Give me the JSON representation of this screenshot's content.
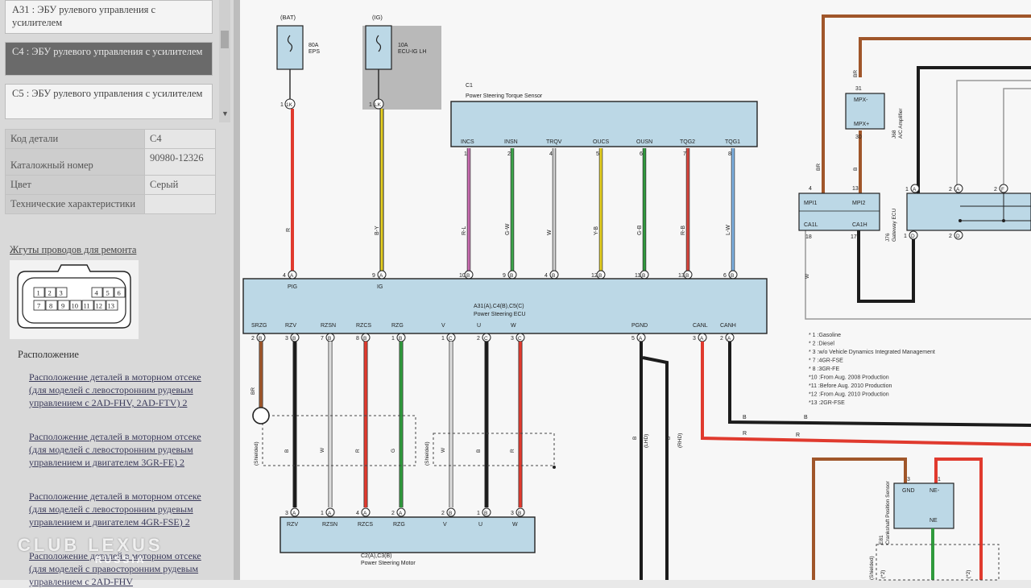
{
  "sidebar": {
    "items": [
      {
        "label": "А31 : ЭБУ рулевого управления с усилителем"
      },
      {
        "label": "С4 : ЭБУ рулевого управления с усилителем"
      },
      {
        "label": "С5 : ЭБУ рулевого управления с усилителем"
      }
    ],
    "props": [
      {
        "k": "Код детали",
        "v": "С4"
      },
      {
        "k": "Каталожный номер",
        "v": "90980-12326"
      },
      {
        "k": "Цвет",
        "v": "Серый"
      },
      {
        "k": "Технические характеристики",
        "v": ""
      }
    ],
    "harness_link": "Жгуты проводов для ремонта",
    "pins_top": [
      "1",
      "2",
      "3",
      "4",
      "5",
      "6"
    ],
    "pins_bottom": [
      "7",
      "8",
      "9",
      "10",
      "11",
      "12",
      "13"
    ],
    "location_label": "Расположение",
    "location_links": [
      "Расположение деталей в моторном отсеке (для моделей с левосторонним рудевым управлением с 2AD-FHV, 2AD-FTV) 2",
      "Расположение деталей в моторном отсеке (для моделей с левосторонним рудевым управлением и двигателем 3GR-FE) 2",
      "Расположение деталей в моторном отсеке (для моделей с левосторонним рудевым управлением и двигателем 4GR-FSE) 2",
      "Расположение деталей в моторном отсеке (для моделей с правосторонним рудевым управлением с 2AD-FHV"
    ]
  },
  "diagram": {
    "fuses": [
      {
        "source": "(BAT)",
        "rating": "80A",
        "name": "EPS",
        "pin": "1",
        "conn": "1K"
      },
      {
        "source": "(IG)",
        "rating": "10A",
        "name": "ECU-IG LH",
        "pin": "1",
        "conn": "LK"
      }
    ],
    "torque_sensor": {
      "ref": "C1",
      "name": "Power Steering Torque Sensor"
    },
    "sensor_pins": [
      {
        "name": "INCS",
        "num": "1",
        "wire": "R-L",
        "color": "#c86cb0",
        "ecu_pin": "10",
        "ecu_conn": "B"
      },
      {
        "name": "INSN",
        "num": "2",
        "wire": "G-W",
        "color": "#3ca64a",
        "ecu_pin": "9",
        "ecu_conn": "B"
      },
      {
        "name": "TRQV",
        "num": "4",
        "wire": "W",
        "color": "#cfcfcf",
        "ecu_pin": "4",
        "ecu_conn": "B"
      },
      {
        "name": "OUCS",
        "num": "5",
        "wire": "Y-B",
        "color": "#e6d021",
        "ecu_pin": "12",
        "ecu_conn": "B"
      },
      {
        "name": "OUSN",
        "num": "6",
        "wire": "G-B",
        "color": "#2f9a3c",
        "ecu_pin": "11",
        "ecu_conn": "B"
      },
      {
        "name": "TQG2",
        "num": "7",
        "wire": "R-B",
        "color": "#d8453c",
        "ecu_pin": "13",
        "ecu_conn": "B"
      },
      {
        "name": "TQG1",
        "num": "8",
        "wire": "L-W",
        "color": "#7fb3e4",
        "ecu_pin": "6",
        "ecu_conn": "B"
      }
    ],
    "ecu_top_pins": [
      {
        "name": "PIG",
        "num": "4",
        "conn": "A",
        "wire": "R"
      },
      {
        "name": "IG",
        "num": "9",
        "conn": "A",
        "wire": "B-Y"
      }
    ],
    "ecu": {
      "ref": "A31(A),C4(B),C5(C)",
      "name": "Power Steering ECU"
    },
    "ecu_bottom_pins": [
      {
        "name": "SRZG",
        "num": "2",
        "conn": "B",
        "wire": "BR"
      },
      {
        "name": "RZV",
        "num": "3",
        "conn": "B",
        "wire": "B"
      },
      {
        "name": "RZSN",
        "num": "7",
        "conn": "B",
        "wire": "W"
      },
      {
        "name": "RZCS",
        "num": "8",
        "conn": "B",
        "wire": "R"
      },
      {
        "name": "RZG",
        "num": "1",
        "conn": "B",
        "wire": "G"
      },
      {
        "name": "V",
        "num": "1",
        "conn": "C",
        "wire": "W"
      },
      {
        "name": "U",
        "num": "2",
        "conn": "C",
        "wire": "B"
      },
      {
        "name": "W",
        "num": "3",
        "conn": "C",
        "wire": "R"
      },
      {
        "name": "PGND",
        "num": "5",
        "conn": "A",
        "wire": "B"
      },
      {
        "name": "CANL",
        "num": "3",
        "conn": "A",
        "wire": "R"
      },
      {
        "name": "CANH",
        "num": "2",
        "conn": "A",
        "wire": "B"
      }
    ],
    "shielded": "(Shielded)",
    "lhd": "(LHD)",
    "rhd": "(RHD)",
    "motor": {
      "ref": "C2(A),C3(B)",
      "name": "Power Steering Motor"
    },
    "motor_pins": [
      {
        "name": "RZV",
        "num": "3",
        "conn": "A"
      },
      {
        "name": "RZSN",
        "num": "1",
        "conn": "A"
      },
      {
        "name": "RZCS",
        "num": "4",
        "conn": "A"
      },
      {
        "name": "RZG",
        "num": "2",
        "conn": "A"
      },
      {
        "name": "V",
        "num": "2",
        "conn": "B"
      },
      {
        "name": "U",
        "num": "1",
        "conn": "B"
      },
      {
        "name": "W",
        "num": "3",
        "conn": "B"
      }
    ],
    "ac_amp": {
      "ref": "J68",
      "name": "A/C Amplifier",
      "pin_top": "MPX-",
      "pin_bot": "MPX+",
      "num_top": "31",
      "num_bot": "30",
      "wire": "BR"
    },
    "gateway": {
      "ref": "J76",
      "name": "Gateway ECU",
      "pins": [
        "MPI1",
        "MPI2",
        "CA1L",
        "CA1H"
      ],
      "nums": [
        "4",
        "13",
        "18",
        "17"
      ],
      "wires": [
        "BR",
        "B",
        "W"
      ]
    },
    "notes": [
      "* 1 :Gasoline",
      "* 2 :Diesel",
      "* 3 :w/o Vehicle Dynamics Integrated Management",
      "* 7 :4GR-FSE",
      "* 8 :3GR-FE",
      "*10 :From Aug. 2008 Production",
      "*11 :Before Aug. 2010 Production",
      "*12 :From Aug. 2010 Production",
      "*13 :2GR-FSE"
    ],
    "can_labels": [
      "B",
      "B",
      "R",
      "R"
    ],
    "crank": {
      "ref": "E81",
      "name": "Crankshaft Position Sensor",
      "pin_a": "GND",
      "pin_b": "NE-",
      "pin_c": "NE",
      "num_a": "3",
      "num_b": "1"
    },
    "right_conn": [
      {
        "num": "1",
        "conn": "A"
      },
      {
        "num": "2",
        "conn": "A"
      },
      {
        "num": "2",
        "conn": "F"
      },
      {
        "num": "1",
        "conn": "D"
      },
      {
        "num": "2",
        "conn": "D"
      }
    ],
    "right_marks": [
      "(*2)",
      "(*2)",
      "(Shielded)"
    ]
  },
  "watermark": {
    "line1": "CLUB LEXUS",
    "line2": "RUSSIA"
  },
  "colors": {
    "red": "#e03a2e",
    "yellow": "#e6d021",
    "black": "#1c1c1c",
    "green": "#2f9a3c",
    "brown": "#a0562a",
    "box": "#bcd8e6"
  }
}
